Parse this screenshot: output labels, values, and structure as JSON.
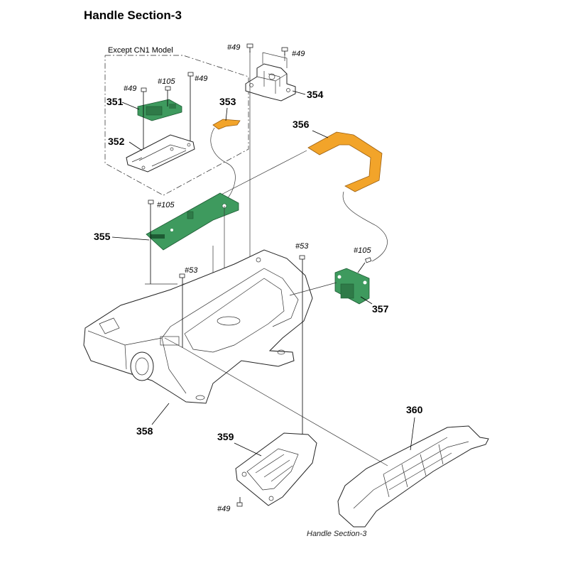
{
  "title": "Handle Section-3",
  "caption": "Handle Section-3",
  "note": "Except CN1 Model",
  "parts": {
    "p351": "351",
    "p352": "352",
    "p353": "353",
    "p354": "354",
    "p355": "355",
    "p356": "356",
    "p357": "357",
    "p358": "358",
    "p359": "359",
    "p360": "360"
  },
  "screws": {
    "s49": "#49",
    "s105": "#105",
    "s53": "#53"
  }
}
